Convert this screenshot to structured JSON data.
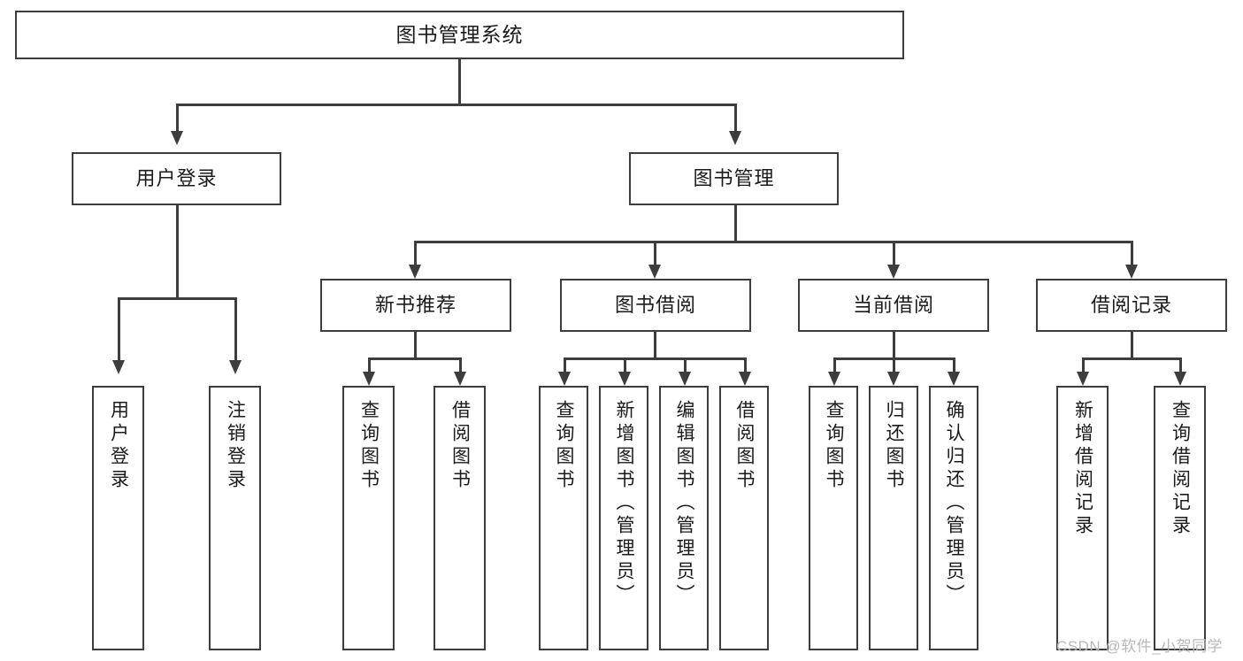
{
  "diagram": {
    "title": "图书管理系统",
    "type": "tree",
    "colors": {
      "background": "#ffffff",
      "stroke": "#3d3d3d",
      "text": "#1b1b1b",
      "watermark": "#b9b9b9"
    }
  },
  "root": {
    "label": "图书管理系统"
  },
  "level2": [
    {
      "label": "用户登录"
    },
    {
      "label": "图书管理"
    }
  ],
  "level3": [
    {
      "label": "新书推荐"
    },
    {
      "label": "图书借阅"
    },
    {
      "label": "当前借阅"
    },
    {
      "label": "借阅记录"
    }
  ],
  "leaves": {
    "user_login": [
      {
        "label": "用户登录"
      },
      {
        "label": "注销登录"
      }
    ],
    "new_book": [
      {
        "label": "查询图书"
      },
      {
        "label": "借阅图书"
      }
    ],
    "book_borrow": [
      {
        "label": "查询图书"
      },
      {
        "label": "新增图书（管理员）"
      },
      {
        "label": "编辑图书（管理员）"
      },
      {
        "label": "借阅图书"
      }
    ],
    "current_borrow": [
      {
        "label": "查询图书"
      },
      {
        "label": "归还图书"
      },
      {
        "label": "确认归还（管理员）"
      }
    ],
    "borrow_record": [
      {
        "label": "新增借阅记录"
      },
      {
        "label": "查询借阅记录"
      }
    ]
  },
  "watermark": {
    "text": "CSDN @软件_小贺同学"
  }
}
